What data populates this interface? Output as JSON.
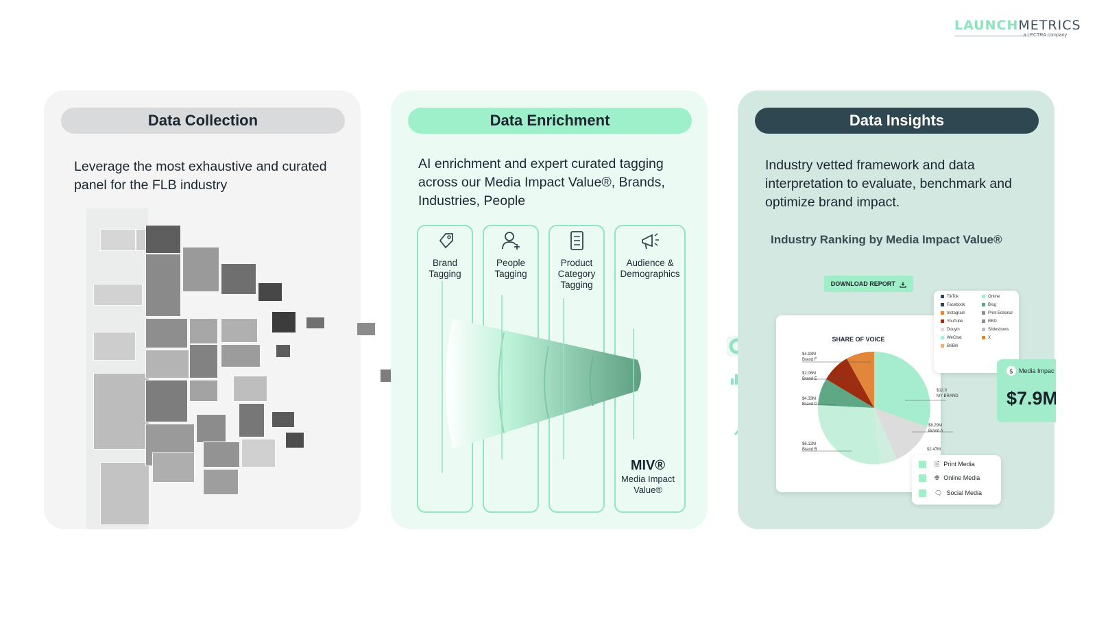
{
  "logo": {
    "part1": "LAUNCH",
    "part2": "METRICS",
    "sub": "a LECTRA company"
  },
  "panels": {
    "collection": {
      "title": "Data Collection",
      "description": "Leverage the most exhaustive and curated panel for the FLB industry"
    },
    "enrichment": {
      "title": "Data Enrichment",
      "description": "AI enrichment and expert curated tagging across our Media Impact Value®, Brands, Industries, People",
      "columns": [
        {
          "label": "Brand Tagging",
          "icon": "tag-icon"
        },
        {
          "label": "People Tagging",
          "icon": "user-plus-icon"
        },
        {
          "label": "Product Category Tagging",
          "icon": "checklist-icon"
        },
        {
          "label": "Audience & Demographics",
          "icon": "megaphone-icon"
        }
      ],
      "miv_title": "MIV®",
      "miv_subtitle": "Media Impact Value®"
    },
    "insights": {
      "title": "Data Insights",
      "description": "Industry vetted framework and data interpretation to evaluate, benchmark and optimize brand impact.",
      "subtitle": "Industry Ranking by Media Impact Value®",
      "download_label": "DOWNLOAD REPORT",
      "sov_title": "SHARE OF VOICE",
      "pie_labels": [
        {
          "value": "$4.93M",
          "name": "Brand F"
        },
        {
          "value": "$2.06M",
          "name": "Brand E"
        },
        {
          "value": "$4.33M",
          "name": "Brand D"
        },
        {
          "value": "$6.12M",
          "name": "Brand B"
        },
        {
          "value": "$12.0",
          "name": "MY BRAND"
        },
        {
          "value": "$8.29M",
          "name": "Brand A"
        },
        {
          "value": "$2.47M",
          "name": ""
        }
      ],
      "legend_left": [
        "TikTok",
        "Facebook",
        "Instagram",
        "YouTube",
        "Douyin",
        "WeChat",
        "BiliBili"
      ],
      "legend_right": [
        "Online",
        "Blog",
        "Print Editorial",
        "RED",
        "Slideshows",
        "X"
      ],
      "media_types": [
        "Print Media",
        "Online Media",
        "Social Media"
      ],
      "miv_card_label": "Media Impac",
      "miv_card_value": "$7.9M"
    }
  },
  "colors": {
    "mint": "#8fe5bf",
    "dark_teal": "#2f4750",
    "orange": "#e2873a",
    "dark_red": "#9d2d10"
  }
}
